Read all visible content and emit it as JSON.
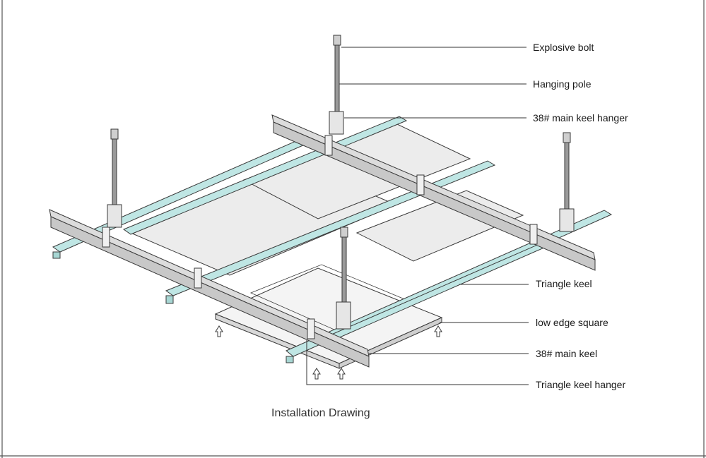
{
  "caption": "Installation Drawing",
  "labels": {
    "explosive_bolt": "Explosive bolt",
    "hanging_pole": "Hanging pole",
    "main_keel_hanger": "38# main keel hanger",
    "triangle_keel": "Triangle keel",
    "low_edge_square": "low edge square",
    "main_keel": "38# main keel",
    "triangle_keel_hanger": "Triangle keel hanger"
  },
  "colors": {
    "triangle_keel": "#bfe6e4",
    "main_keel": "#dcdcdc",
    "panel": "#ececec",
    "outline": "#3a3a3a"
  }
}
